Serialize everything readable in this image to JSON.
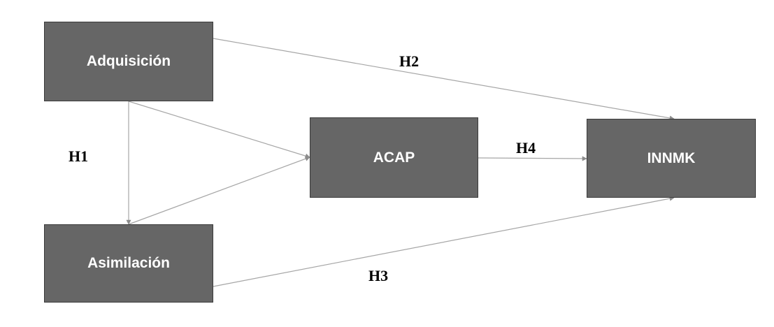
{
  "nodes": {
    "adquisicion": "Adquisición",
    "asimilacion": "Asimilación",
    "acap": "ACAP",
    "innmk": "INNMK"
  },
  "hypotheses": {
    "h1": "H1",
    "h2": "H2",
    "h3": "H3",
    "h4": "H4"
  },
  "colors": {
    "node_fill": "#666666",
    "node_border": "#3a3a3a",
    "node_text": "#ffffff",
    "edge": "#a6a6a6",
    "label_text": "#000000"
  }
}
